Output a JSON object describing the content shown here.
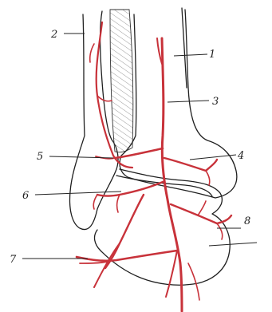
{
  "diagram": {
    "labels": [
      {
        "id": "1",
        "text": "1"
      },
      {
        "id": "2",
        "text": "2"
      },
      {
        "id": "3",
        "text": "3"
      },
      {
        "id": "4",
        "text": "4"
      },
      {
        "id": "5",
        "text": "5"
      },
      {
        "id": "6",
        "text": "6"
      },
      {
        "id": "7",
        "text": "7"
      },
      {
        "id": "8",
        "text": "8"
      }
    ],
    "colors": {
      "vessel": "#c8323a",
      "outline": "#1f1f1f",
      "hatching": "#555555"
    }
  }
}
